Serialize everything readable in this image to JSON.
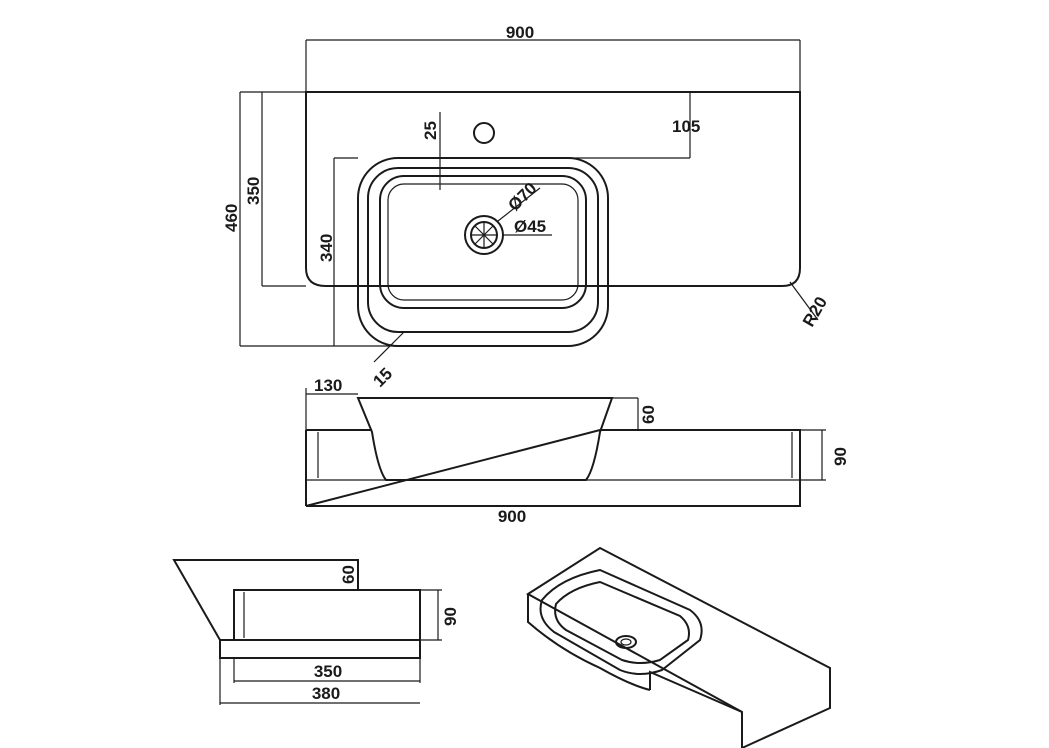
{
  "top_view": {
    "width_label": "900",
    "depth_label": "460",
    "bowl_offset_label": "350",
    "bowl_depth_label": "340",
    "tap_offset_label": "25",
    "tap_side_label": "105",
    "overflow_label": "Ø70",
    "waste_label": "Ø45",
    "corner_radius_label": "R20",
    "rim_label": "15"
  },
  "front_view": {
    "bowl_offset_label": "130",
    "bowl_height_label": "60",
    "slab_height_label": "90",
    "width_label": "900"
  },
  "side_view": {
    "bowl_height_label": "60",
    "slab_height_label": "90",
    "inner_depth_label": "350",
    "outer_depth_label": "380"
  }
}
